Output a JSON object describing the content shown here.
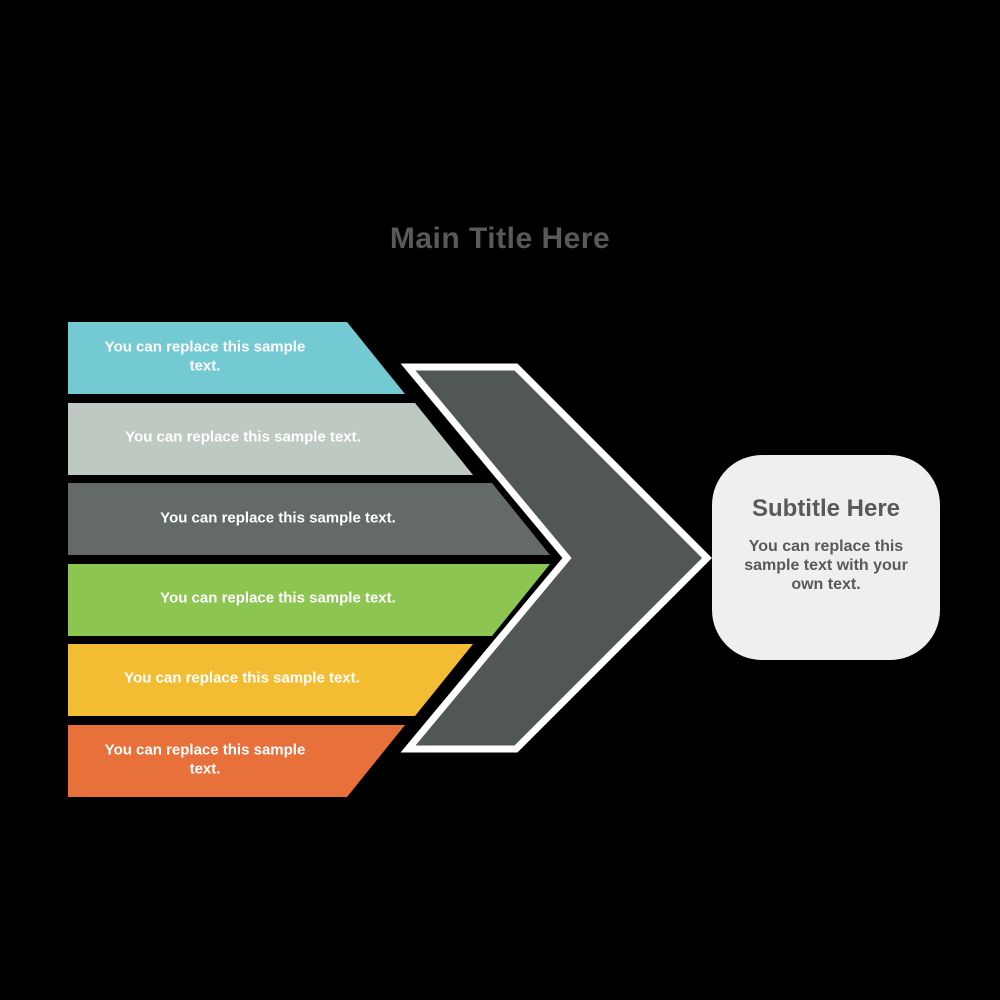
{
  "title": "Main Title Here",
  "colors": {
    "background": "#000000",
    "title_text": "#595959",
    "chevron_fill": "#515657",
    "chevron_outline": "#FFFFFF",
    "band_text": "#FFFFFF",
    "subtitle_box_bg": "#EFEFEF",
    "subtitle_text": "#595959"
  },
  "bands": [
    {
      "name": "step-1",
      "color": "#74CAD3",
      "text": "You can replace this sample text."
    },
    {
      "name": "step-2",
      "color": "#BEC9C2",
      "text": "You can replace this sample text."
    },
    {
      "name": "step-3",
      "color": "#646A6A",
      "text": "You can replace this sample text."
    },
    {
      "name": "step-4",
      "color": "#8DC551",
      "text": "You can replace this sample text."
    },
    {
      "name": "step-5",
      "color": "#F2BC33",
      "text": "You can replace this sample text."
    },
    {
      "name": "step-6",
      "color": "#E7703B",
      "text": "You can replace this sample text."
    }
  ],
  "subtitle": {
    "title": "Subtitle Here",
    "body": "You can replace this sample text with your own text."
  }
}
